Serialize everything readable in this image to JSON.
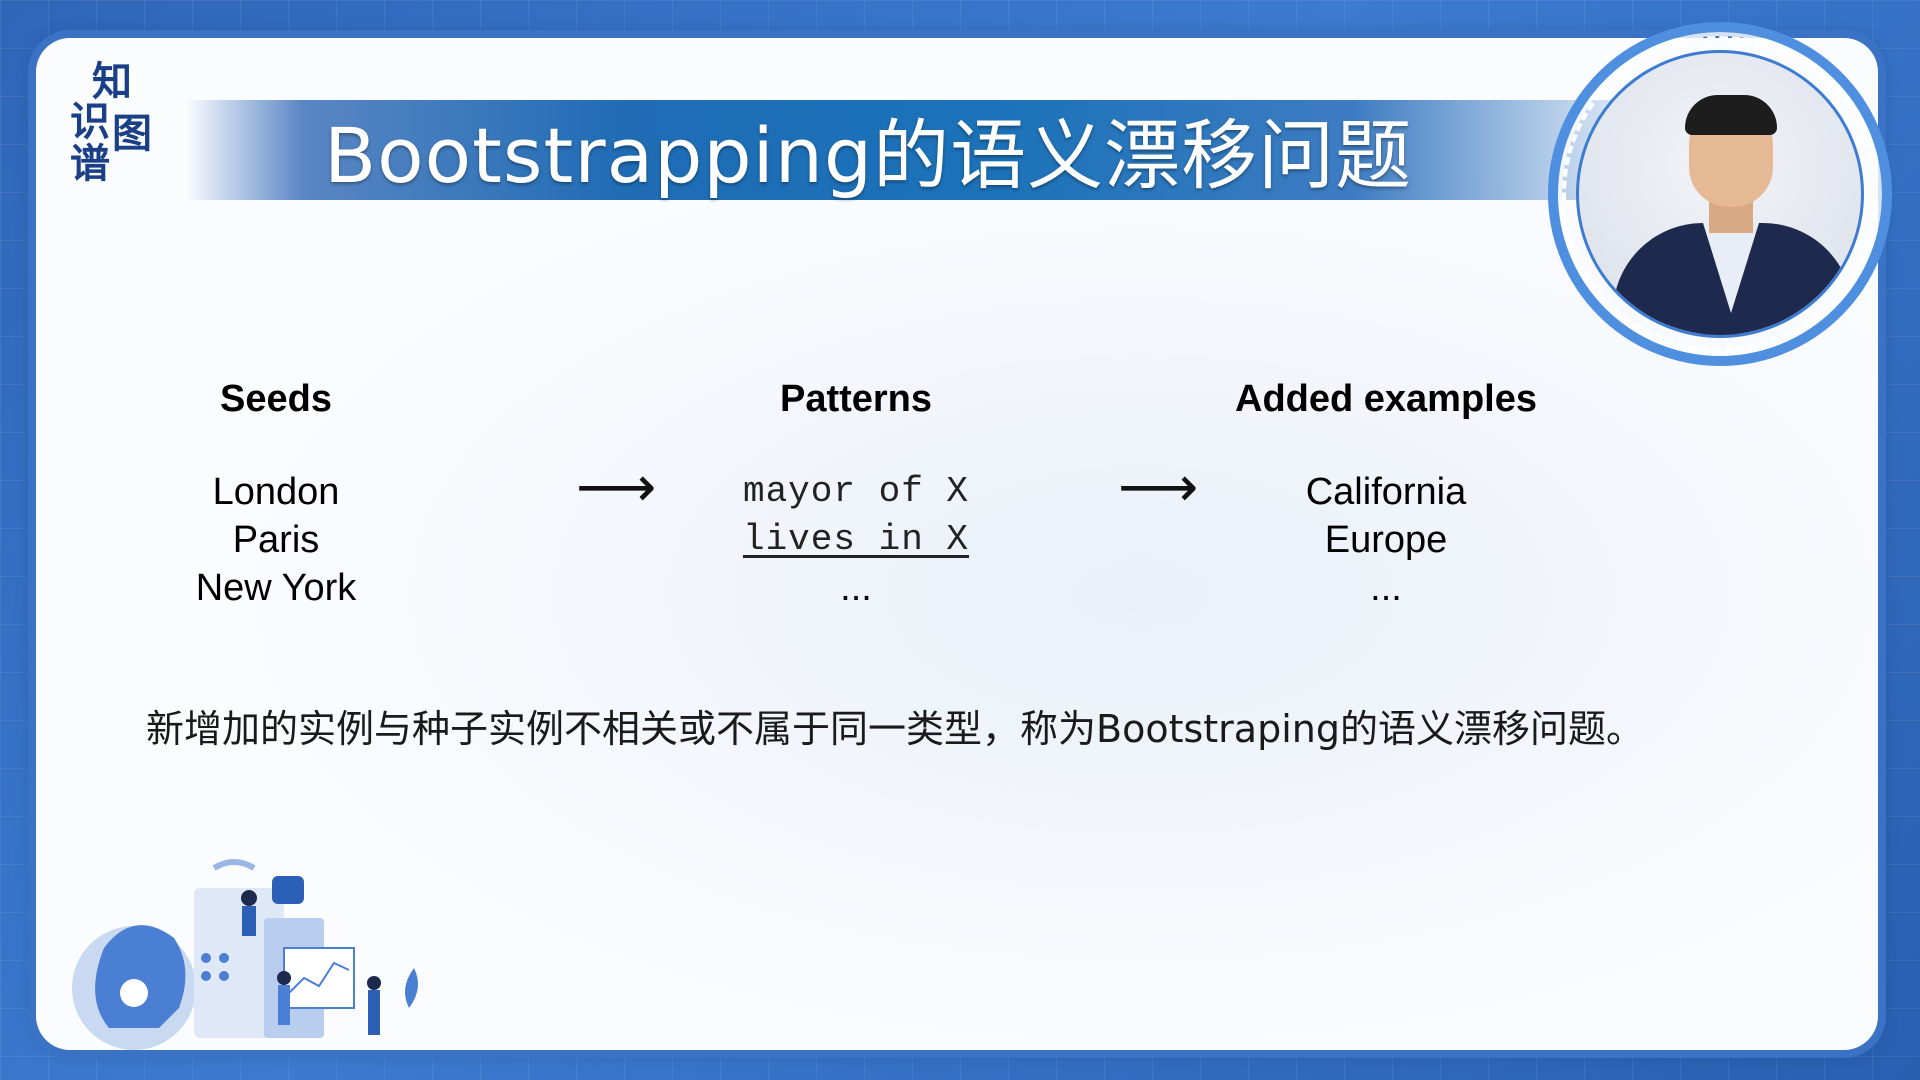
{
  "logo": {
    "char1": "知",
    "char2": "识",
    "char3": "图",
    "char4": "谱"
  },
  "title": "Bootstrapping的语义漂移问题",
  "columns": {
    "seeds": {
      "heading": "Seeds",
      "items": [
        "London",
        "Paris",
        "New York"
      ]
    },
    "patterns": {
      "heading": "Patterns",
      "items": [
        "mayor of X",
        "lives in X",
        "..."
      ]
    },
    "added": {
      "heading": "Added examples",
      "items": [
        "California",
        "Europe",
        "..."
      ]
    }
  },
  "arrows": {
    "first": "⟶",
    "second": "⟶"
  },
  "caption": "新增加的实例与种子实例不相关或不属于同一类型，称为Bootstraping的语义漂移问题。",
  "colors": {
    "frame": "#3a73c6",
    "banner": "#1f6cb5",
    "ring": "#4f8fe0"
  },
  "icons": [
    "presenter-avatar",
    "ai-illustration"
  ]
}
